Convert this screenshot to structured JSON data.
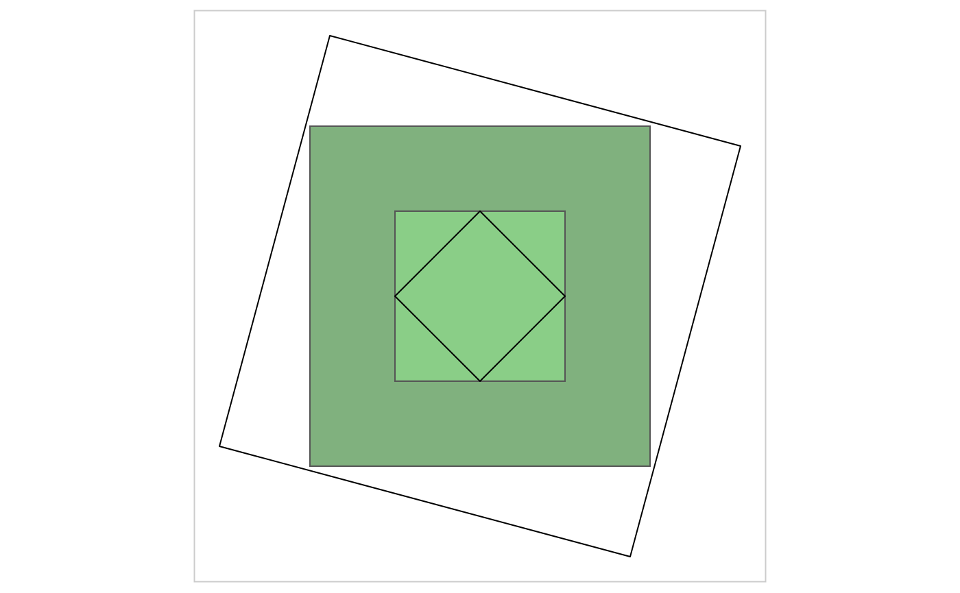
{
  "diagram": {
    "shapes": [
      {
        "name": "outer-square-frame",
        "kind": "square",
        "rotation_deg": 0,
        "fill": "none",
        "stroke": "#cccccc"
      },
      {
        "name": "rotated-square",
        "kind": "square",
        "rotation_deg": 15,
        "fill": "none",
        "stroke": "#000000"
      },
      {
        "name": "large-green-square",
        "kind": "square",
        "rotation_deg": 0,
        "fill": "#80b17e",
        "stroke": "#555555"
      },
      {
        "name": "small-green-square",
        "kind": "square",
        "rotation_deg": 0,
        "fill": "#8ace87",
        "stroke": "#555555"
      },
      {
        "name": "inscribed-diamond",
        "kind": "square",
        "rotation_deg": 45,
        "fill": "none",
        "stroke": "#000000"
      }
    ],
    "colors": {
      "background": "#ffffff",
      "frame": "#cccccc",
      "large_fill": "#80b17e",
      "small_fill": "#8ace87",
      "square_stroke": "#555555",
      "line": "#000000"
    }
  }
}
